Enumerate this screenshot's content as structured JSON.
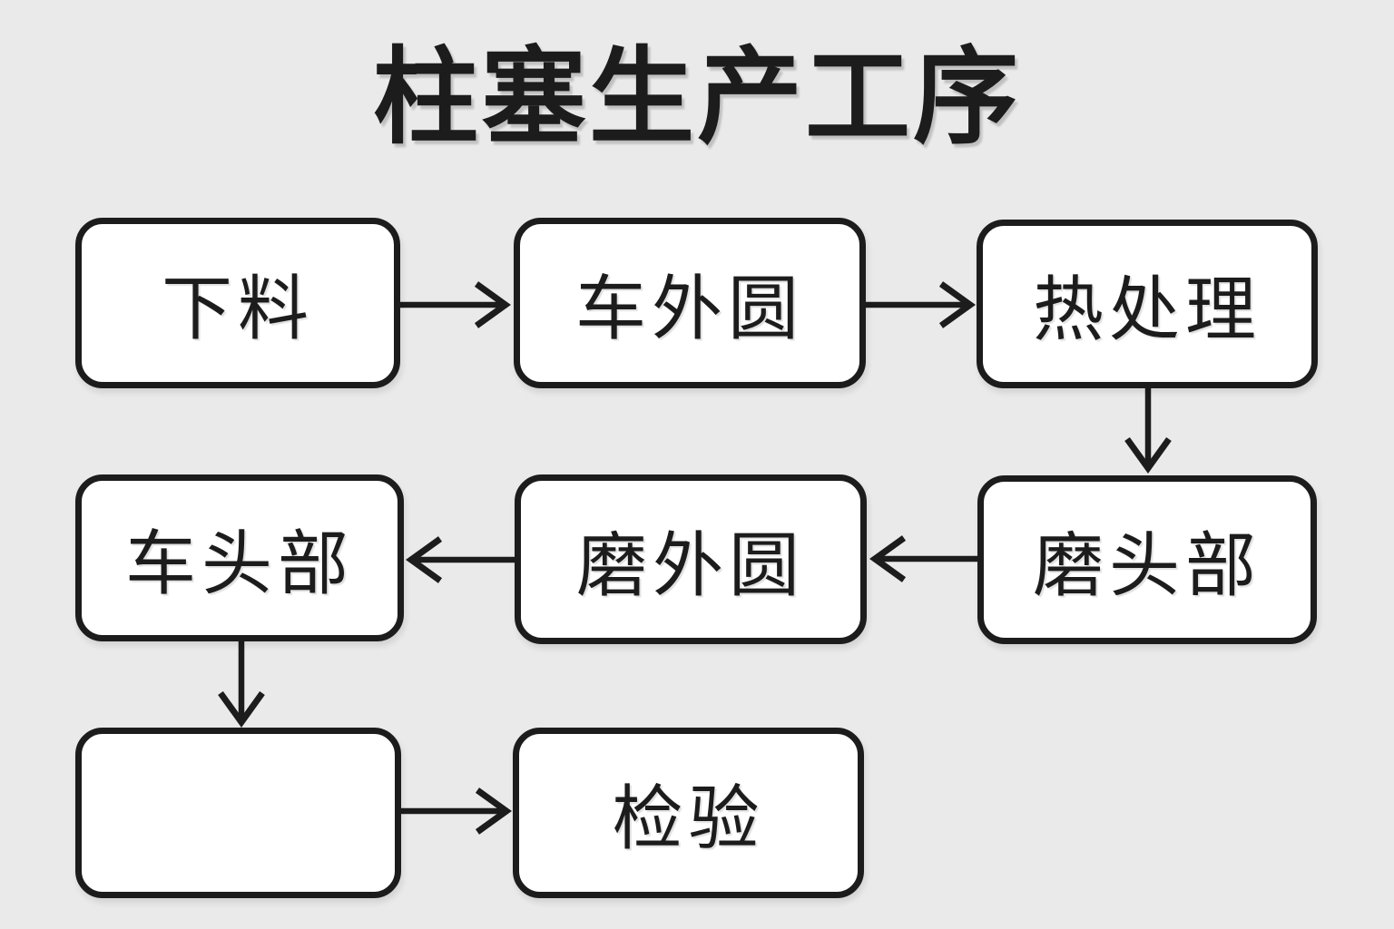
{
  "title": "柱塞生产工序",
  "colors": {
    "background": "#eaeaea",
    "box_fill": "#ffffff",
    "line": "#1c1c1c",
    "text": "#1c1c1c"
  },
  "diagram": {
    "type": "flowchart",
    "nodes": [
      {
        "id": "xia-liao",
        "label": "下料",
        "row": 1,
        "col": 1
      },
      {
        "id": "che-wai-yuan",
        "label": "车外圆",
        "row": 1,
        "col": 2
      },
      {
        "id": "re-chu-li",
        "label": "热处理",
        "row": 1,
        "col": 3
      },
      {
        "id": "mo-tou-bu",
        "label": "磨头部",
        "row": 2,
        "col": 3
      },
      {
        "id": "mo-wai-yuan",
        "label": "磨外圆",
        "row": 2,
        "col": 2
      },
      {
        "id": "che-tou-bu",
        "label": "车头部",
        "row": 2,
        "col": 1
      },
      {
        "id": "blank",
        "label": "",
        "row": 3,
        "col": 1
      },
      {
        "id": "jian-yan",
        "label": "检验",
        "row": 3,
        "col": 2
      }
    ],
    "edges": [
      {
        "from": "xia-liao",
        "to": "che-wai-yuan",
        "direction": "right"
      },
      {
        "from": "che-wai-yuan",
        "to": "re-chu-li",
        "direction": "right"
      },
      {
        "from": "re-chu-li",
        "to": "mo-tou-bu",
        "direction": "down"
      },
      {
        "from": "mo-tou-bu",
        "to": "mo-wai-yuan",
        "direction": "left"
      },
      {
        "from": "mo-wai-yuan",
        "to": "che-tou-bu",
        "direction": "left"
      },
      {
        "from": "che-tou-bu",
        "to": "blank",
        "direction": "down"
      },
      {
        "from": "blank",
        "to": "jian-yan",
        "direction": "right"
      }
    ]
  }
}
